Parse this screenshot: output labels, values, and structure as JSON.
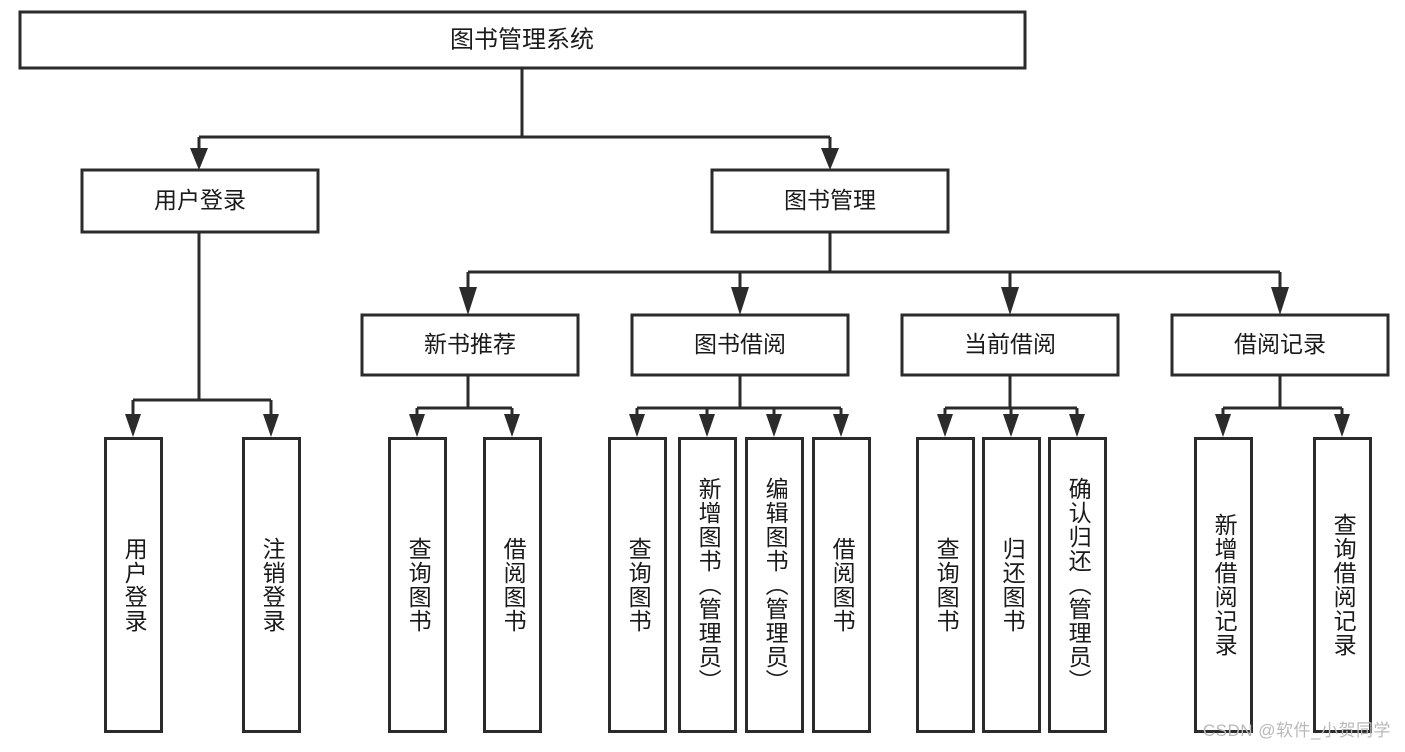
{
  "diagram": {
    "type": "tree",
    "title_node": {
      "id": "root",
      "label": "图书管理系统"
    },
    "level2": [
      {
        "id": "user-login",
        "label": "用户登录"
      },
      {
        "id": "book-manage",
        "label": "图书管理"
      }
    ],
    "level3": [
      {
        "id": "new-book-recommend",
        "label": "新书推荐",
        "parent": "book-manage"
      },
      {
        "id": "book-borrow",
        "label": "图书借阅",
        "parent": "book-manage"
      },
      {
        "id": "current-borrow",
        "label": "当前借阅",
        "parent": "book-manage"
      },
      {
        "id": "borrow-record",
        "label": "借阅记录",
        "parent": "book-manage"
      }
    ],
    "leaves": [
      {
        "id": "leaf-user-login",
        "label": "用户登录",
        "parent": "user-login"
      },
      {
        "id": "leaf-logout-login",
        "label": "注销登录",
        "parent": "user-login"
      },
      {
        "id": "leaf-query-book-1",
        "label": "查询图书",
        "parent": "new-book-recommend"
      },
      {
        "id": "leaf-borrow-book-1",
        "label": "借阅图书",
        "parent": "new-book-recommend"
      },
      {
        "id": "leaf-query-book-2",
        "label": "查询图书",
        "parent": "book-borrow"
      },
      {
        "id": "leaf-add-book",
        "label": "新增图书（管理员）",
        "parent": "book-borrow"
      },
      {
        "id": "leaf-edit-book",
        "label": "编辑图书（管理员）",
        "parent": "book-borrow"
      },
      {
        "id": "leaf-borrow-book-2",
        "label": "借阅图书",
        "parent": "book-borrow"
      },
      {
        "id": "leaf-query-book-3",
        "label": "查询图书",
        "parent": "current-borrow"
      },
      {
        "id": "leaf-return-book",
        "label": "归还图书",
        "parent": "current-borrow"
      },
      {
        "id": "leaf-confirm-return",
        "label": "确认归还（管理员）",
        "parent": "current-borrow"
      },
      {
        "id": "leaf-add-record",
        "label": "新增借阅记录",
        "parent": "borrow-record"
      },
      {
        "id": "leaf-query-record",
        "label": "查询借阅记录",
        "parent": "borrow-record"
      }
    ]
  },
  "watermark": {
    "text": "CSDN @软件_小贺同学"
  },
  "colors": {
    "stroke": "#2b2b2b",
    "fill": "#ffffff",
    "text": "#1a1a1a",
    "watermark": "#b9b9b9"
  }
}
